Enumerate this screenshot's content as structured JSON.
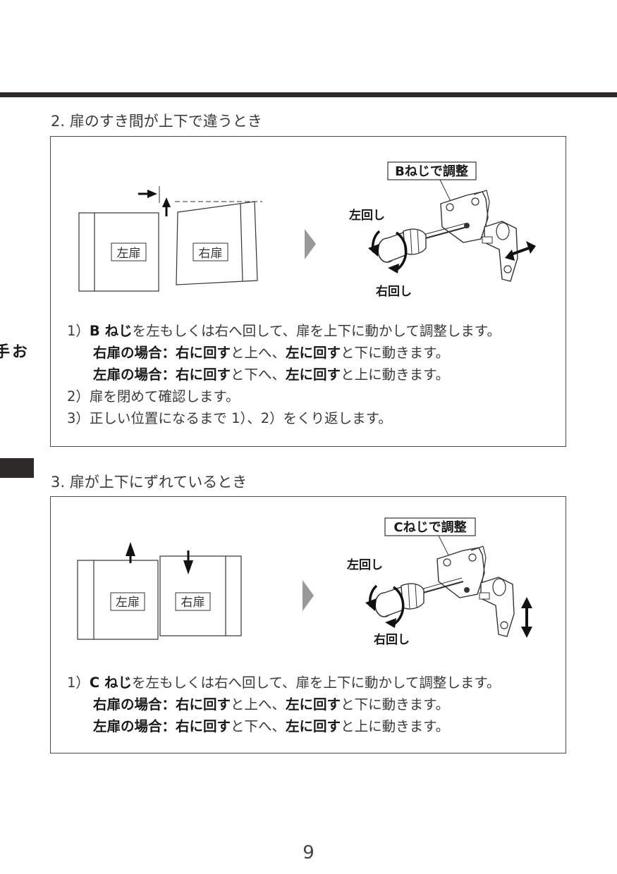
{
  "sidebar": {
    "title": "お手入れ方法"
  },
  "section2": {
    "title": "2. 扉のすき間が上下で違うとき",
    "diagram": {
      "left_door": "左扉",
      "right_door": "右扉",
      "callout": "Bねじで調整",
      "left_turn": "左回し",
      "right_turn": "右回し"
    },
    "steps": {
      "s1_num": "1）",
      "s1_bold": "B ねじ",
      "s1_text": "を左もしくは右へ回して、扉を上下に動かして調整します。",
      "s1a_case": "右扉の場合：",
      "s1a_b1": "右に回す",
      "s1a_t1": "と上へ、",
      "s1a_b2": "左に回す",
      "s1a_t2": "と下に動きます。",
      "s1b_case": "左扉の場合：",
      "s1b_b1": "右に回す",
      "s1b_t1": "と下へ、",
      "s1b_b2": "左に回す",
      "s1b_t2": "と上に動きます。",
      "s2": "2）扉を閉めて確認します。",
      "s3": "3）正しい位置になるまで 1）、2）をくり返します。"
    }
  },
  "section3": {
    "title": "3. 扉が上下にずれているとき",
    "diagram": {
      "left_door": "左扉",
      "right_door": "右扉",
      "callout": "Cねじで調整",
      "left_turn": "左回し",
      "right_turn": "右回し"
    },
    "steps": {
      "s1_num": "1）",
      "s1_bold": "C ねじ",
      "s1_text": "を左もしくは右へ回して、扉を上下に動かして調整します。",
      "s1a_case": "右扉の場合：",
      "s1a_b1": "右に回す",
      "s1a_t1": "と上へ、",
      "s1a_b2": "左に回す",
      "s1a_t2": "と下に動きます。",
      "s1b_case": "左扉の場合：",
      "s1b_b1": "右に回す",
      "s1b_t1": "と下へ、",
      "s1b_b2": "左に回す",
      "s1b_t2": "と上に動きます。"
    }
  },
  "page_number": "9"
}
